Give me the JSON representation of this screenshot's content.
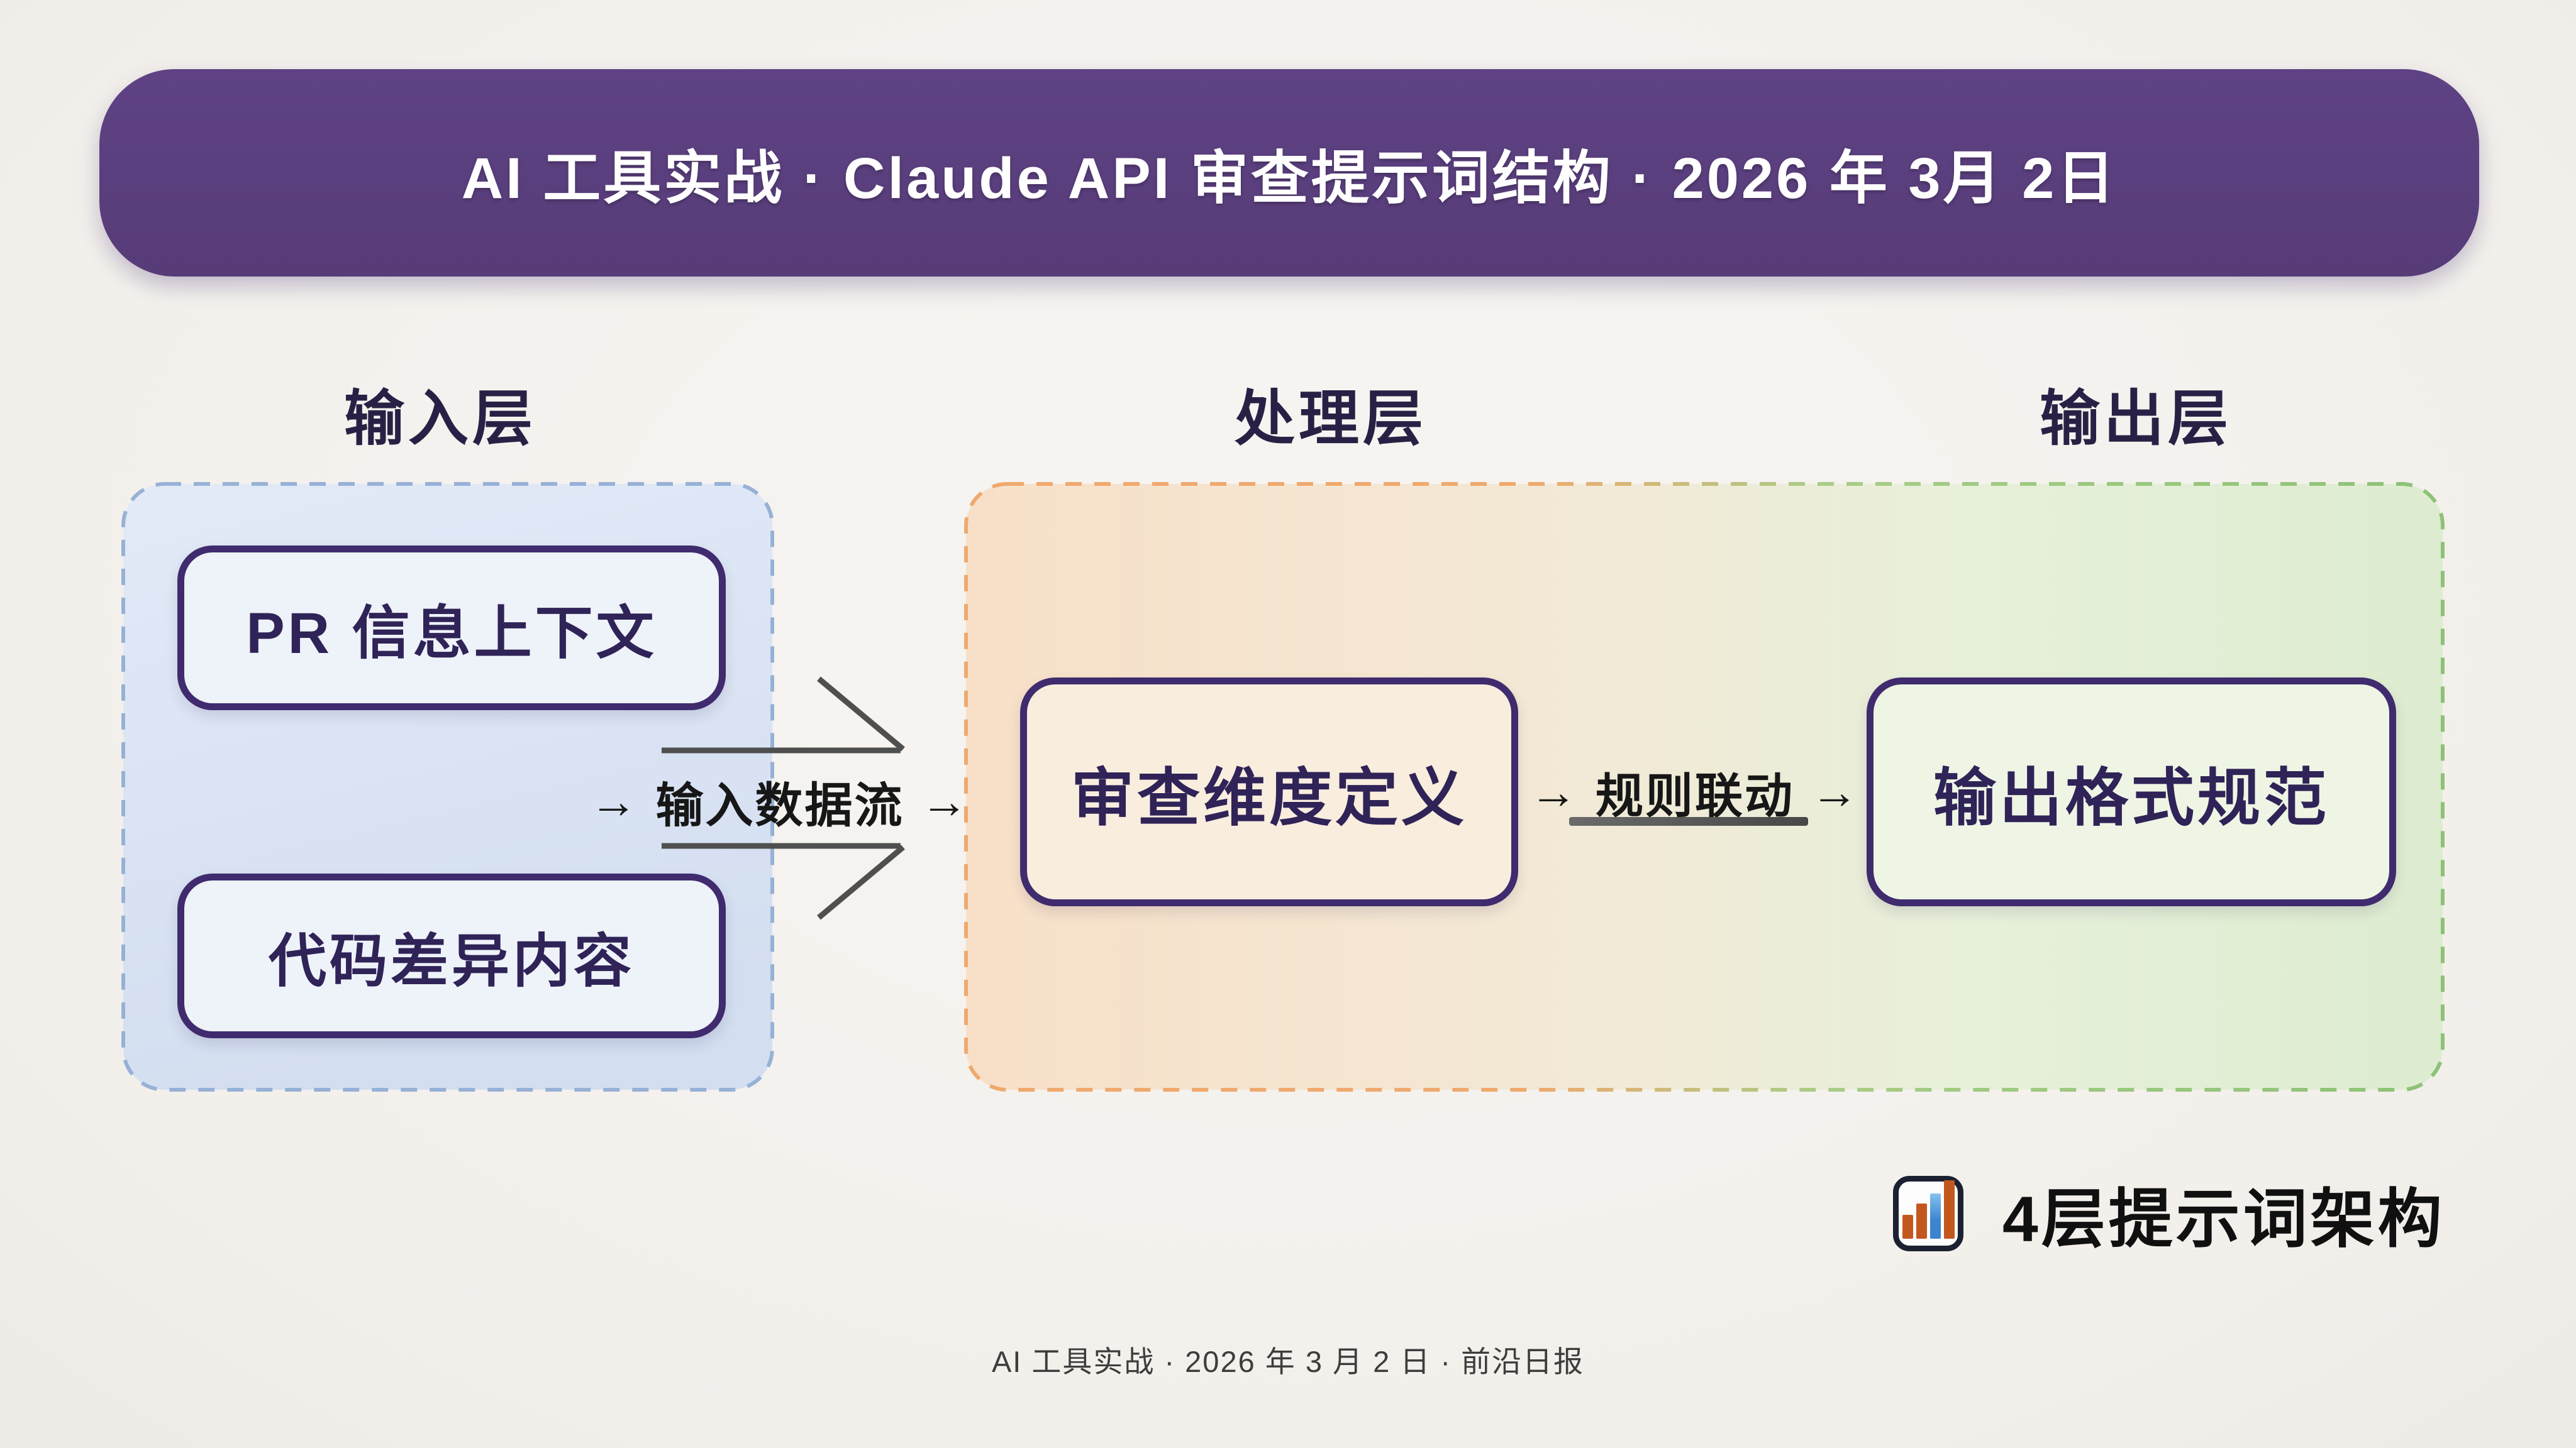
{
  "header": {
    "title": "AI 工具实战 · Claude API 审查提示词结构 · 2026 年 3月 2日"
  },
  "layers": [
    {
      "id": "input",
      "label": "输入层"
    },
    {
      "id": "process",
      "label": "处理层"
    },
    {
      "id": "output",
      "label": "输出层"
    }
  ],
  "nodes": {
    "pr_context": "PR 信息上下文",
    "code_diff": "代码差异内容",
    "review_dimensions": "审查维度定义",
    "output_format": "输出格式规范"
  },
  "flows": {
    "input_stream": {
      "arrow": "→",
      "label": "输入数据流"
    },
    "rule_link": {
      "arrow": "→",
      "label": "规则联动"
    }
  },
  "legend": {
    "icon": "bar-chart",
    "label": "4层提示词架构"
  },
  "footer": {
    "text": "AI 工具实战 · 2026 年 3 月 2 日 · 前沿日报"
  },
  "colors": {
    "background": "#f4f1ee",
    "banner_bg": "#5a3e7c",
    "banner_text": "#ffffff",
    "layer_label": "#292145",
    "node_border": "#3f2b6d",
    "node_text": "#2f2357",
    "input_fill_top": "#e2eaf7",
    "input_fill_bottom": "#d3def0",
    "input_border": "#97b1d6",
    "process_fill_left": "#f8e0c8",
    "process_fill_right": "#ddecd0",
    "process_border_left": "#efa96e",
    "process_border_right": "#8cc276",
    "flow_line": "#4f4f4f",
    "flow_text": "#171717",
    "legend_text": "#101010",
    "footer_text": "#3d3d3d",
    "bar_orange": "#c3581f",
    "bar_blue": "#3c84ce"
  }
}
